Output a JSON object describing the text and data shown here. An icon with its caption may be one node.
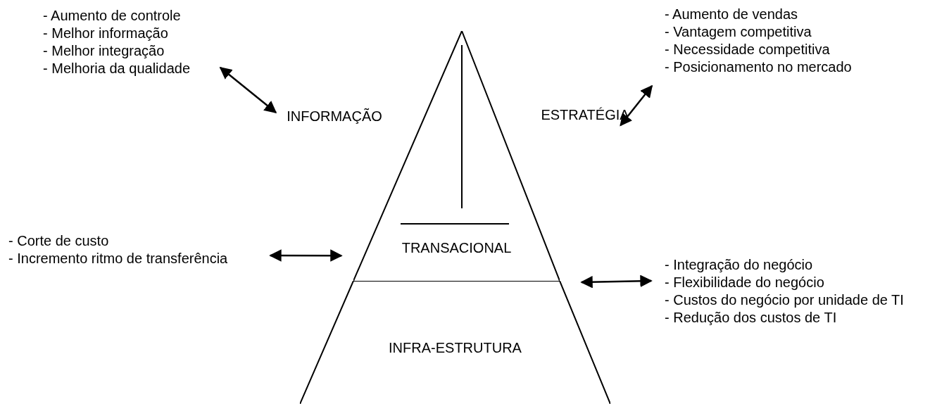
{
  "diagram": {
    "nodes": [
      {
        "text": [
          "- Aumento de controle",
          "- Melhor informação",
          "- Melhor integração",
          "- Melhoria da qualidade"
        ]
      },
      {
        "text": [
          "INFORMAÇÃO"
        ]
      },
      {
        "text": [
          "ESTRATÉGIA"
        ]
      },
      {
        "text": [
          "- Aumento de vendas",
          "- Vantagem competitiva",
          "- Necessidade competitiva",
          "- Posicionamento no mercado"
        ]
      },
      {
        "text": [
          "- Corte de custo",
          "- Incremento ritmo de transferência"
        ]
      },
      {
        "text": [
          "TRANSACIONAL"
        ]
      },
      {
        "text": [
          "- Integração do negócio",
          "- Flexibilidade do negócio",
          "- Custos do negócio por unidade de TI",
          "- Redução dos custos de TI"
        ]
      },
      {
        "text": [
          "INFRA-ESTRUTURA"
        ]
      }
    ],
    "edges": [
      {
        "from": 0,
        "to": 1,
        "arrow": "both"
      },
      {
        "from": 2,
        "to": 3,
        "arrow": "both"
      },
      {
        "from": 4,
        "to": 5,
        "arrow": "both"
      },
      {
        "from": 7,
        "to": 6,
        "arrow": "both"
      }
    ]
  }
}
